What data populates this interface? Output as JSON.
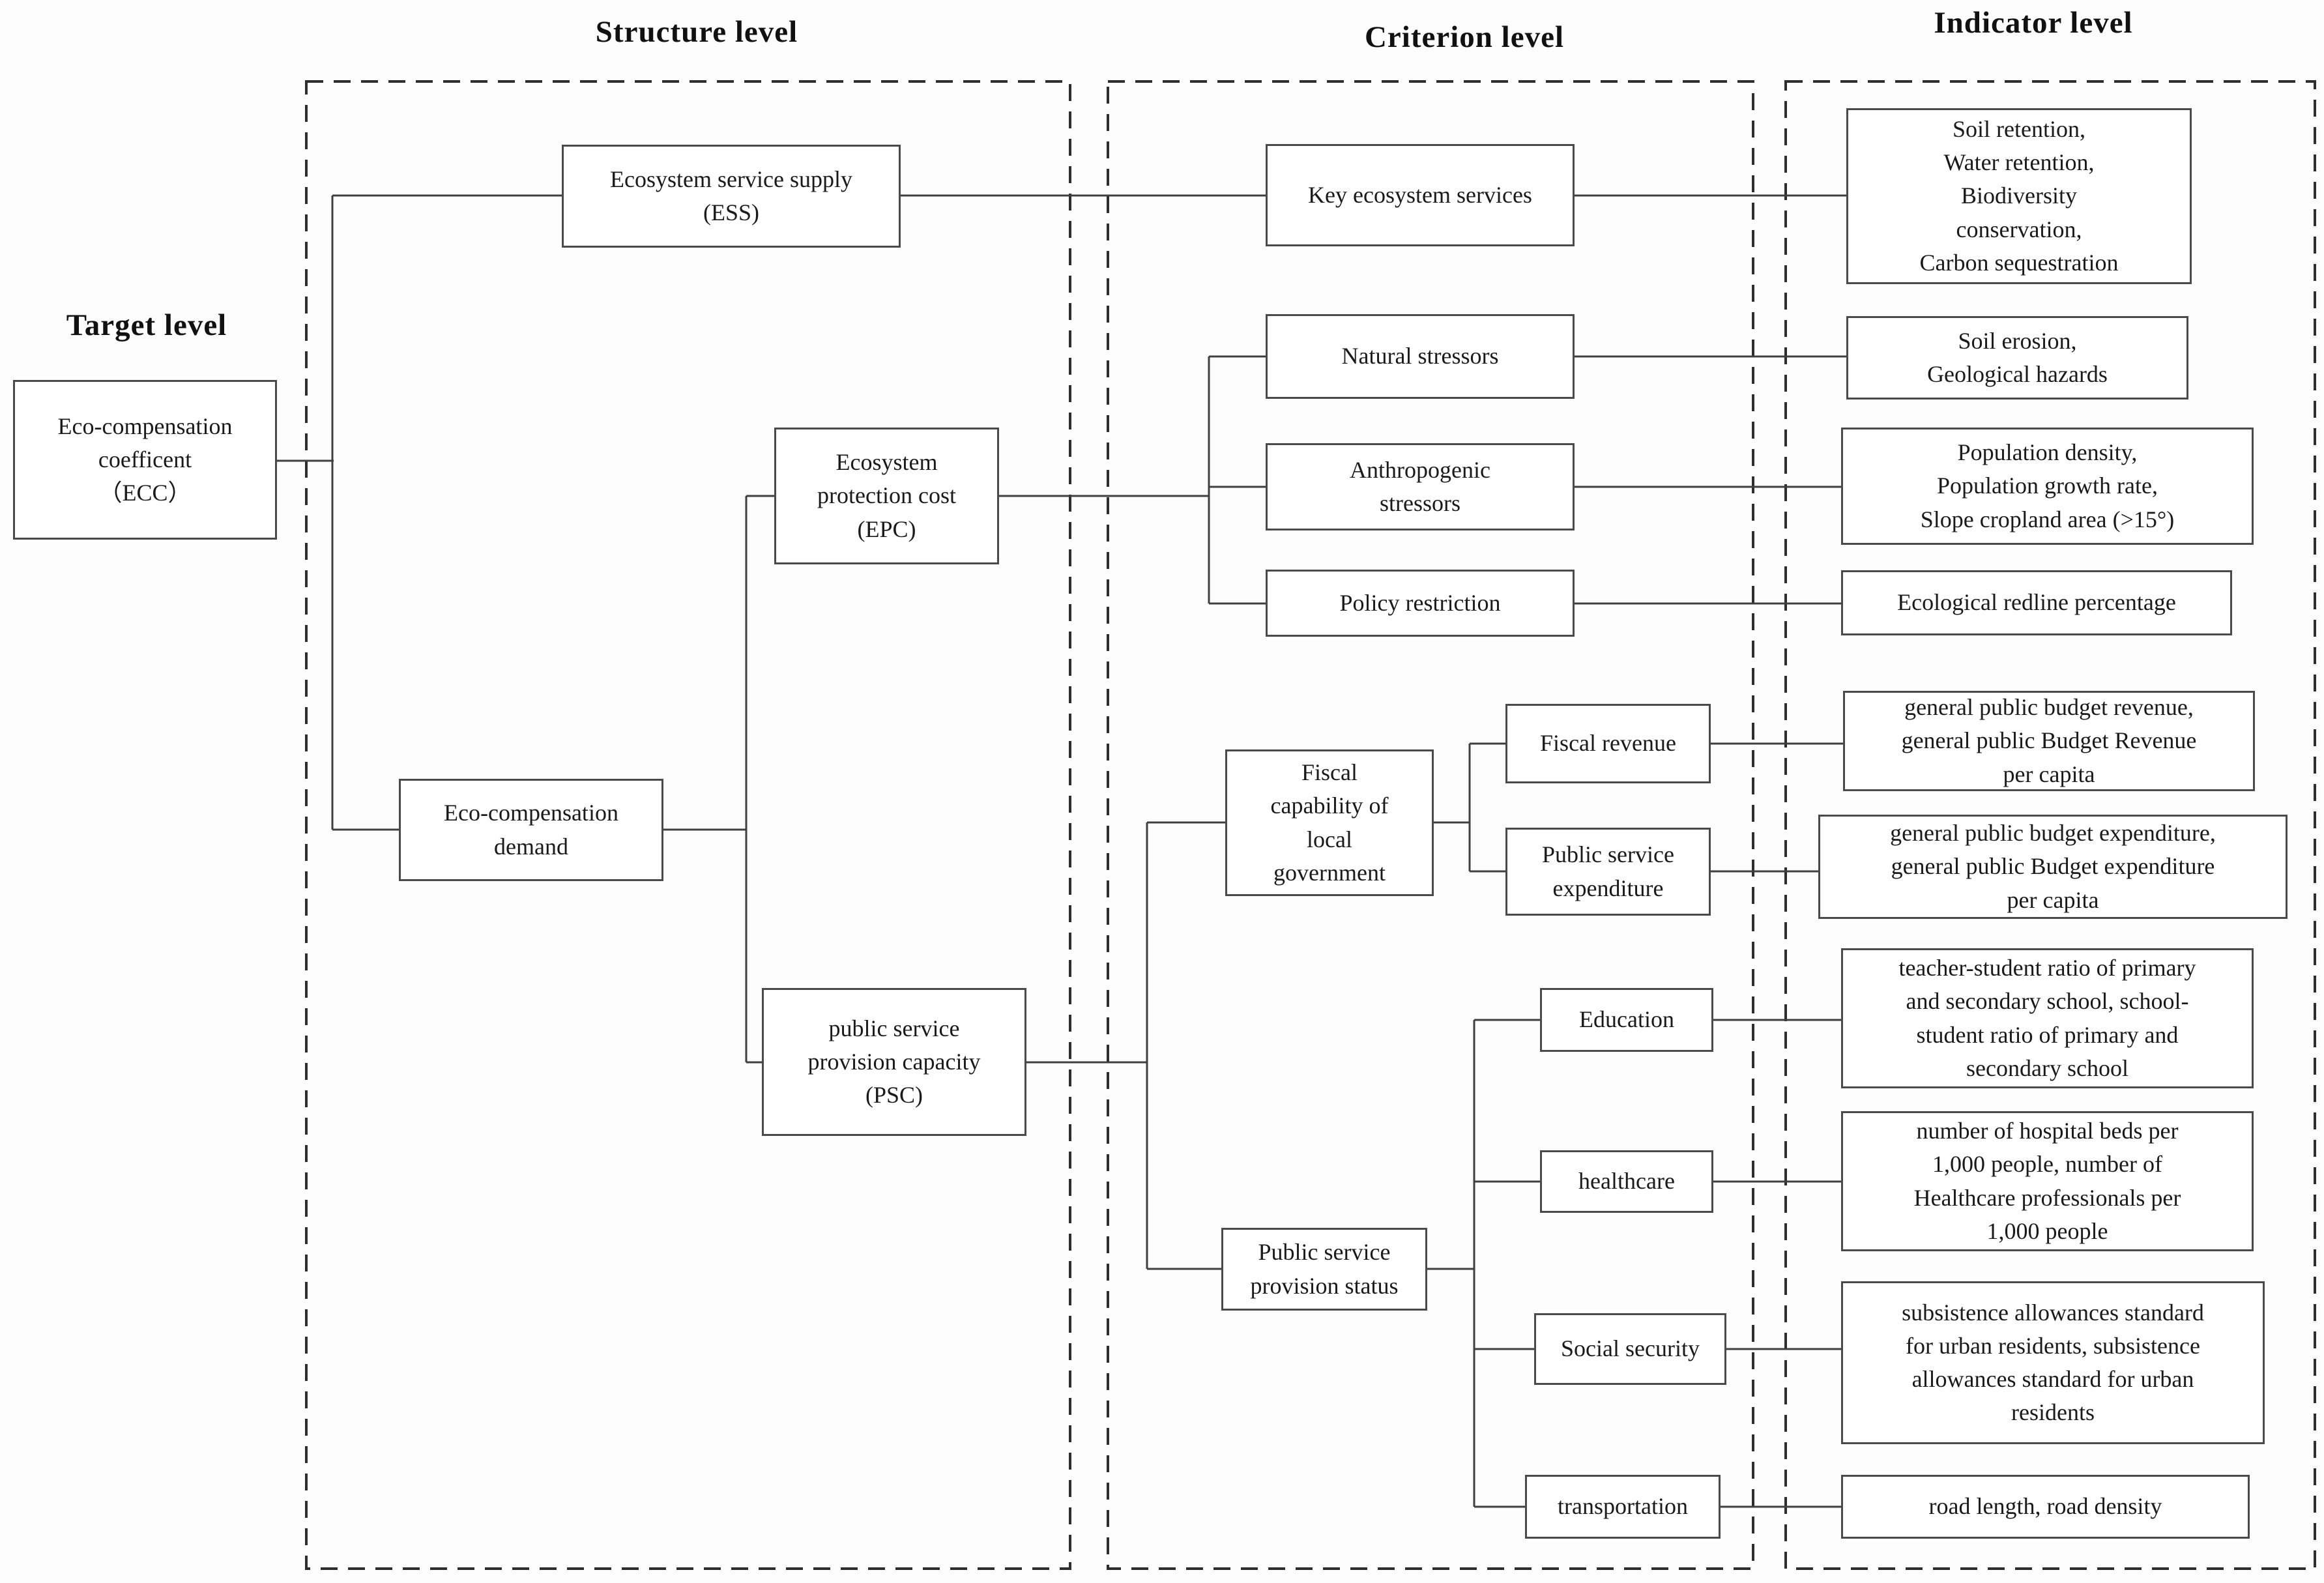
{
  "headers": {
    "target": "Target level",
    "structure": "Structure level",
    "criterion": "Criterion level",
    "indicator": "Indicator level"
  },
  "nodes": {
    "ecc": {
      "label": "Eco-compensation\ncoefficent\n（ECC）"
    },
    "ess": {
      "label": "Ecosystem service supply\n(ESS)"
    },
    "epc": {
      "label": "Ecosystem\nprotection cost\n(EPC)"
    },
    "demand": {
      "label": "Eco-compensation\ndemand"
    },
    "psc": {
      "label": "public service\nprovision capacity\n(PSC)"
    },
    "key_services": {
      "label": "Key ecosystem services"
    },
    "natural_stressors": {
      "label": "Natural stressors"
    },
    "anthropogenic_stressors": {
      "label": "Anthropogenic\nstressors"
    },
    "policy_restriction": {
      "label": "Policy restriction"
    },
    "fiscal_capability": {
      "label": "Fiscal\ncapability of\nlocal\ngovernment"
    },
    "fiscal_revenue": {
      "label": "Fiscal revenue"
    },
    "public_service_expenditure": {
      "label": "Public service\nexpenditure"
    },
    "provision_status": {
      "label": "Public service\nprovision status"
    },
    "education": {
      "label": "Education"
    },
    "healthcare": {
      "label": "healthcare"
    },
    "social_security": {
      "label": "Social security"
    },
    "transportation": {
      "label": "transportation"
    },
    "ind_key_services": {
      "label": "Soil retention,\nWater retention,\nBiodiversity\nconservation,\nCarbon sequestration"
    },
    "ind_natural": {
      "label": "Soil erosion,\nGeological hazards"
    },
    "ind_anthropogenic": {
      "label": "Population density,\nPopulation growth rate,\nSlope cropland area (>15°)"
    },
    "ind_policy": {
      "label": "Ecological redline percentage"
    },
    "ind_fiscal_revenue": {
      "label": "general public budget revenue,\ngeneral public Budget Revenue\nper capita"
    },
    "ind_public_service_expenditure": {
      "label": "general public budget expenditure,\ngeneral public Budget expenditure\nper capita"
    },
    "ind_education": {
      "label": "teacher-student ratio of primary\nand secondary school, school-\nstudent ratio of primary and\nsecondary school"
    },
    "ind_healthcare": {
      "label": "number of hospital beds per\n1,000 people, number of\nHealthcare professionals per\n1,000 people"
    },
    "ind_social_security": {
      "label": "subsistence allowances standard\nfor urban residents, subsistence\nallowances standard for urban\nresidents"
    },
    "ind_transportation": {
      "label": "road length, road density"
    }
  }
}
